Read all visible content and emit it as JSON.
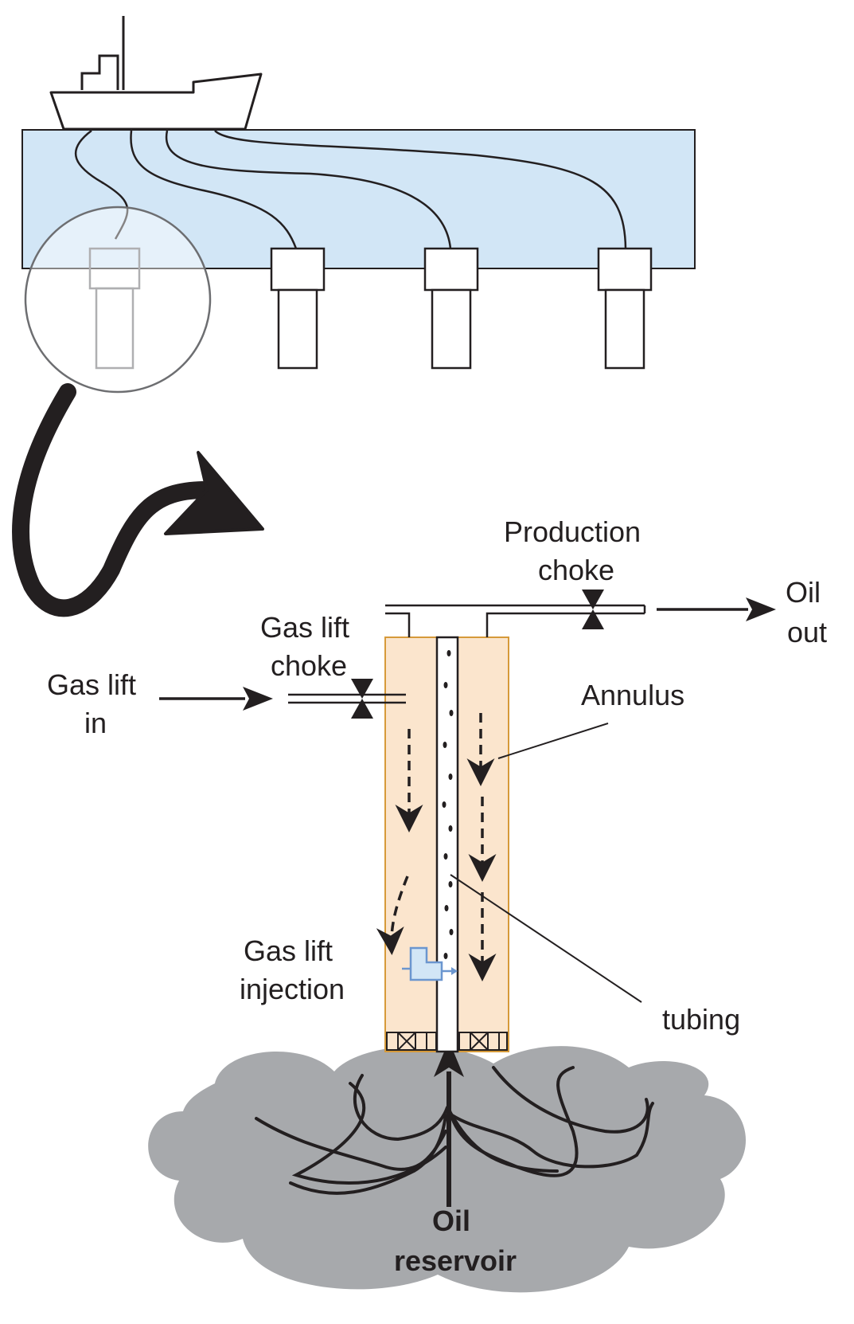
{
  "labels": {
    "production_choke": [
      "Production",
      "choke"
    ],
    "oil_out": [
      "Oil",
      "out"
    ],
    "gas_lift_choke": [
      "Gas lift",
      "choke"
    ],
    "gas_lift_in": [
      "Gas lift",
      "in"
    ],
    "annulus": "Annulus",
    "gas_lift_injection": [
      "Gas lift",
      "injection"
    ],
    "tubing": "tubing",
    "oil_reservoir": [
      "Oil",
      "reservoir"
    ]
  },
  "colors": {
    "sea": "#d2e6f6",
    "annulus_fill": "#fbe5cd",
    "annulus_border": "#d69a3a",
    "reservoir": "#a7a9ac",
    "ink": "#231f20",
    "valve_blue": "#6b96cf"
  }
}
